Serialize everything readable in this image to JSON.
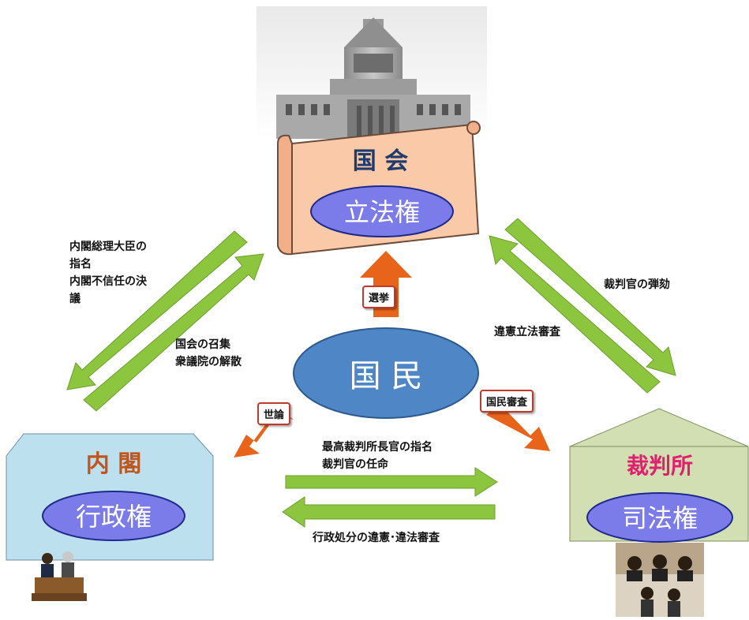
{
  "diet": {
    "title": "国 会",
    "power": "立法権"
  },
  "cabinet": {
    "title": "内 閣",
    "power": "行政権"
  },
  "court": {
    "title": "裁判所",
    "power": "司法権"
  },
  "people": "国 民",
  "labels": {
    "cabinet_to_diet": [
      "内閣総理大臣の",
      "指名",
      "内閣不信任の決",
      "議"
    ],
    "diet_to_cabinet": [
      "国会の召集",
      "衆議院の解散"
    ],
    "diet_to_court": "裁判官の弾劾",
    "court_to_diet": "違憲立法審査",
    "cabinet_to_court": [
      "最高裁判所長官の指名",
      "裁判官の任命"
    ],
    "court_to_cabinet": "行政処分の違憲･違法審査"
  },
  "tags": {
    "election": "選挙",
    "opinion": "世論",
    "review": "国民審査"
  },
  "colors": {
    "green_arrow": "#8cc63f",
    "orange_arrow": "#e8641b",
    "diet_scroll": "#f9c9a8",
    "cabinet_box": "#bde0ee",
    "court_box": "#d2dfb2",
    "people_ellipse": "#4f86c6",
    "power_ellipse": "#7b7bea",
    "diet_title": "#1f3b6e",
    "cabinet_title": "#c0561f",
    "court_title": "#e0206e"
  }
}
